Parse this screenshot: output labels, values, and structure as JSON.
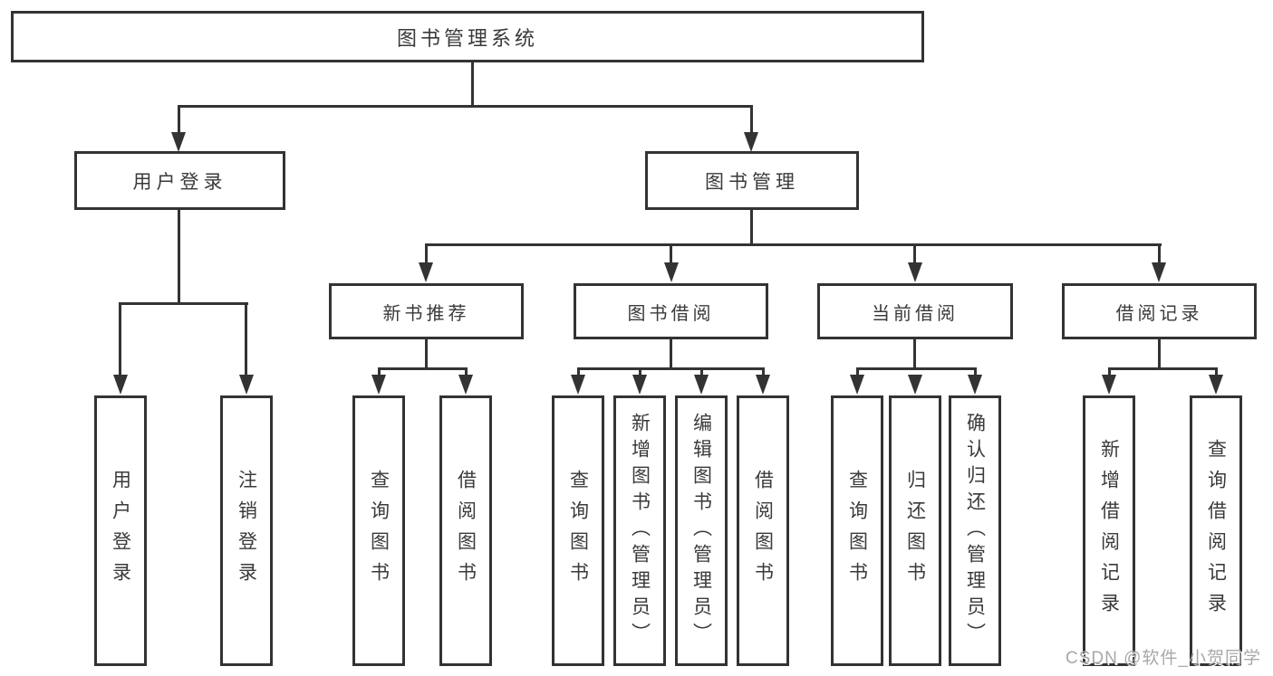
{
  "colors": {
    "line": "#333333",
    "text": "#3a3a3a",
    "background": "#ffffff",
    "watermark": "#a8a8a8"
  },
  "diagram": {
    "root": "图书管理系统",
    "level1": {
      "user_login": "用户登录",
      "book_mgmt": "图书管理"
    },
    "level2": {
      "new_book_rec": "新书推荐",
      "book_borrow": "图书借阅",
      "current_borrow": "当前借阅",
      "borrow_records": "借阅记录"
    },
    "leaves": {
      "user_login": "用户登录",
      "logout": "注销登录",
      "query_books_1": "查询图书",
      "borrow_books_1": "借阅图书",
      "query_books_2": "查询图书",
      "add_books": "新增图书（管理员）",
      "edit_books": "编辑图书（管理员）",
      "borrow_books_2": "借阅图书",
      "query_books_3": "查询图书",
      "return_books": "归还图书",
      "confirm_return": "确认归还（管理员）",
      "add_borrow_record": "新增借阅记录",
      "query_borrow_record": "查询借阅记录"
    }
  },
  "watermark": "CSDN @软件_小贺同学"
}
